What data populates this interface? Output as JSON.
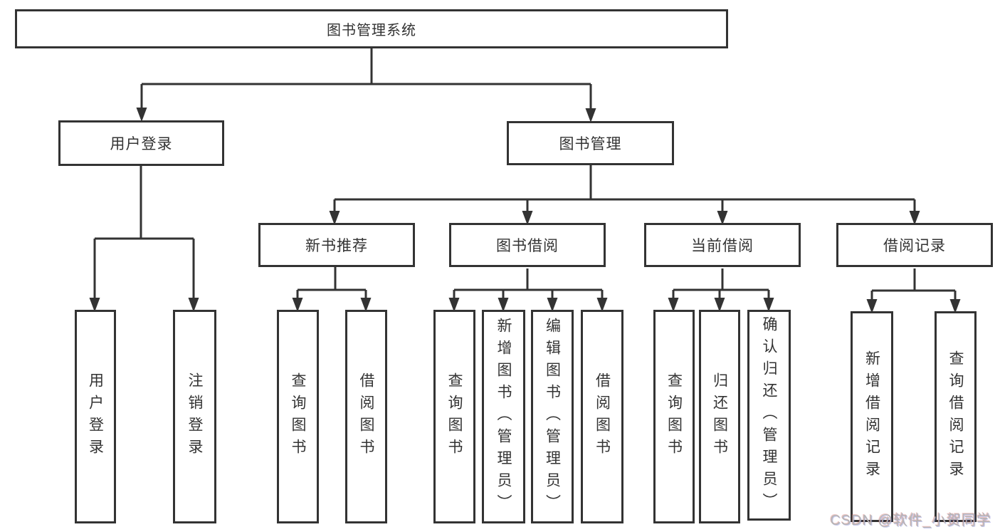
{
  "tree": {
    "root": {
      "label": "图书管理系统"
    },
    "level2": [
      {
        "label": "用户登录"
      },
      {
        "label": "图书管理"
      }
    ],
    "level3": [
      {
        "label": "新书推荐"
      },
      {
        "label": "图书借阅"
      },
      {
        "label": "当前借阅"
      },
      {
        "label": "借阅记录"
      }
    ],
    "leaves": {
      "user_login": [
        "用户登录",
        "注销登录"
      ],
      "new_book_recommend": [
        "查询图书",
        "借阅图书"
      ],
      "book_borrow": [
        "查询图书",
        "新增图书（管理员）",
        "编辑图书（管理员）",
        "借阅图书"
      ],
      "current_borrow": [
        "查询图书",
        "归还图书",
        "确认归还（管理员）"
      ],
      "borrow_records": [
        "新增借阅记录",
        "查询借阅记录"
      ]
    }
  },
  "watermark": "CSDN @软件_小贺同学",
  "colors": {
    "line": "#333333",
    "text": "#333333",
    "watermark": "#b5b5b5",
    "background": "#ffffff"
  }
}
